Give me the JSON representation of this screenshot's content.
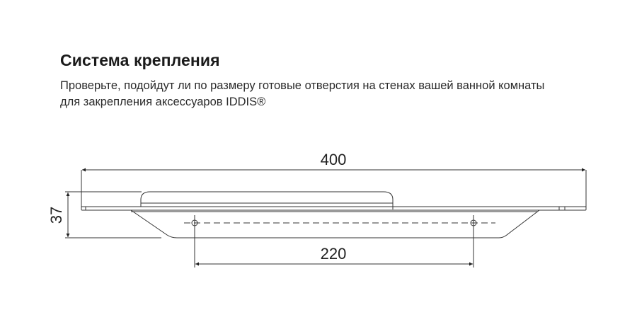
{
  "header": {
    "title": "Система крепления",
    "description_line1": "Проверьте, подойдут ли по размеру готовые отверстия на стенах вашей ванной комнаты",
    "description_line2": "для закрепления аксессуаров IDDIS®"
  },
  "drawing": {
    "width_dimension": "400",
    "height_dimension": "37",
    "hole_spacing_dimension": "220",
    "line_color": "#333333"
  }
}
